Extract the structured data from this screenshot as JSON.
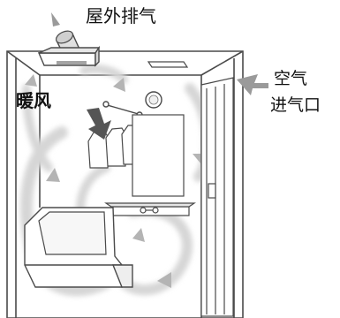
{
  "labels": {
    "exhaust": "屋外排气",
    "warm_air": "暖风",
    "air_intake_line1": "空气",
    "air_intake_line2": "进气口"
  },
  "colors": {
    "line": "#4a4a4a",
    "flow": "#cfcfcf",
    "flow_arrow": "#a8a8a8",
    "warm_arrow": "#555555",
    "fill": "#ffffff"
  }
}
